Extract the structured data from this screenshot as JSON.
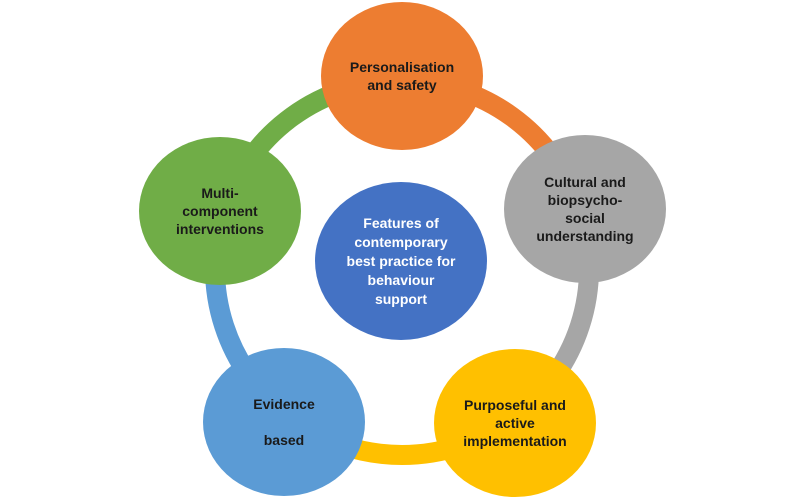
{
  "diagram": {
    "type": "cycle",
    "background": "#FFFFFF",
    "node_text_color": "#1A1A1A",
    "center": {
      "label": "Features of\ncontemporary\nbest practice for\nbehaviour\nsupport",
      "color": "#4472C4",
      "text_color": "#FFFFFF"
    },
    "nodes": [
      {
        "position": "top",
        "label": "Personalisation\nand safety",
        "color": "#ED7D31"
      },
      {
        "position": "right",
        "label": "Cultural and\nbiopsycho-\nsocial\nunderstanding",
        "color": "#A6A6A6"
      },
      {
        "position": "bottom-right",
        "label": "Purposeful and\nactive\nimplementation",
        "color": "#FFC000"
      },
      {
        "position": "bottom-left",
        "label": "Evidence\n\nbased",
        "color": "#5B9BD5"
      },
      {
        "position": "left",
        "label": "Multi-\ncomponent\ninterventions",
        "color": "#70AD47"
      }
    ]
  }
}
